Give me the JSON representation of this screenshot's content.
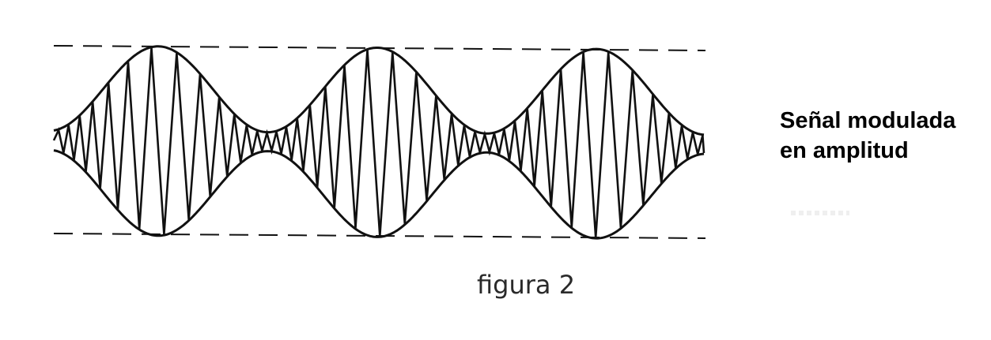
{
  "label": {
    "line1": "Señal modulada",
    "line2": "en amplitud"
  },
  "caption": "figura 2",
  "colors": {
    "ink": "#111111",
    "background": "#ffffff"
  }
}
